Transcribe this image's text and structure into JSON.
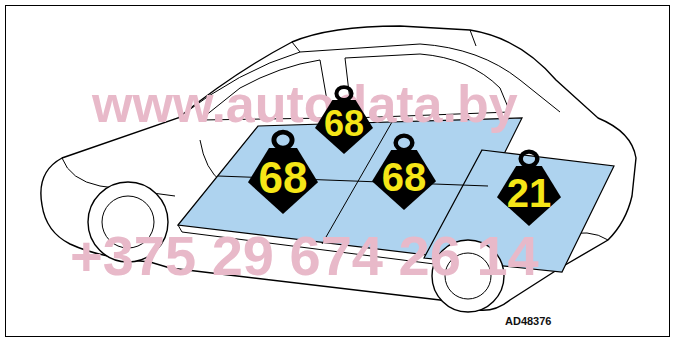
{
  "diagram": {
    "nodes": [
      {
        "text": [
          "68"
        ]
      },
      {
        "text": [
          "68"
        ]
      },
      {
        "text": [
          "68"
        ]
      },
      {
        "text": [
          "21"
        ]
      }
    ],
    "labels": [
      "www.autodata.by",
      "+375 29 674 26 14",
      "AD48376"
    ]
  }
}
